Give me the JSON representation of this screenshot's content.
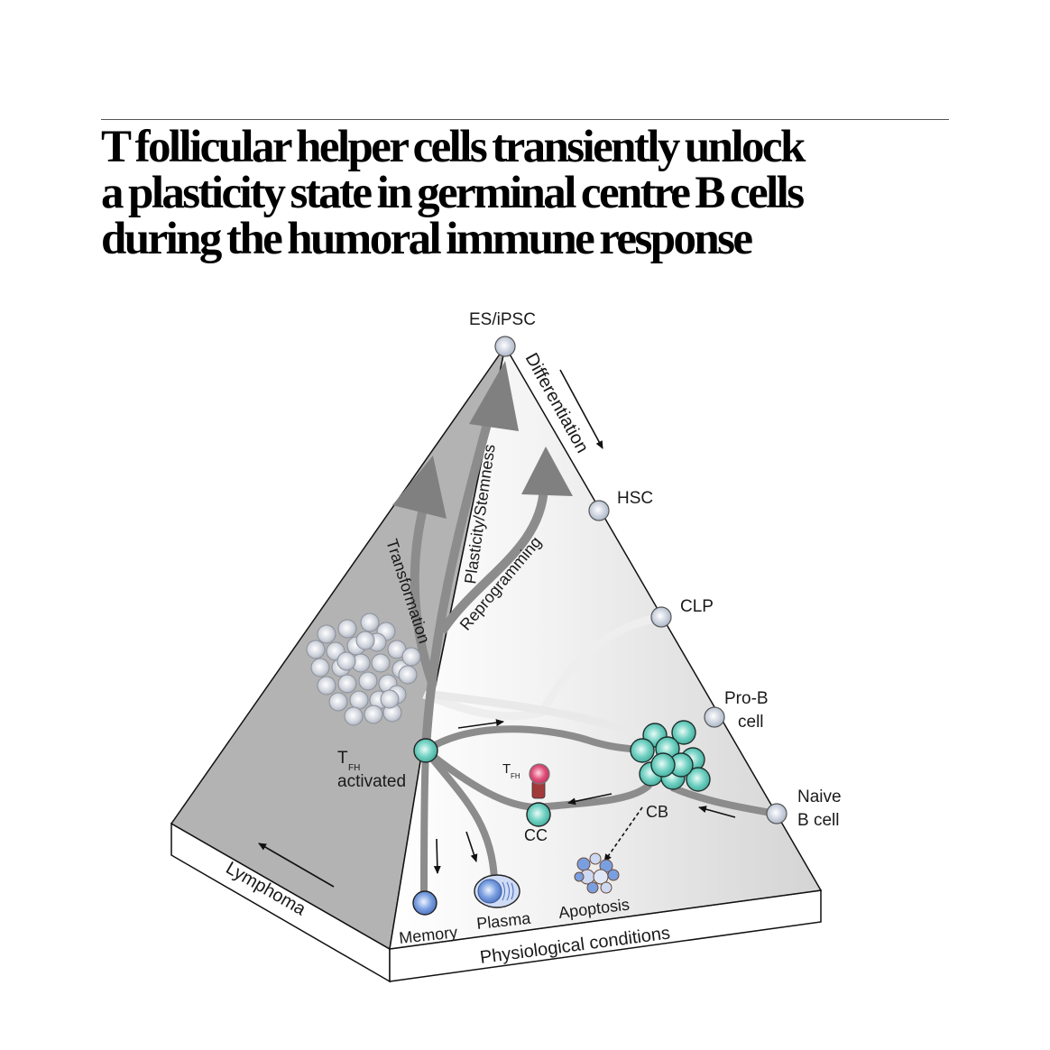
{
  "header": {
    "title_lines": [
      "T follicular helper cells transiently unlock",
      "a plasticity state in germinal centre B cells",
      "during the humoral immune response"
    ]
  },
  "diagram": {
    "apex_label": "ES/iPSC",
    "edge_label_right": "Differentiation",
    "path_labels": {
      "plasticity": "Plasticity/Stemness",
      "transformation": "Transformation",
      "reprogramming": "Reprogramming"
    },
    "right_edge_nodes": [
      "HSC",
      "CLP",
      "Pro-B",
      "cell",
      "Naive",
      "B cell"
    ],
    "tfh_activated": {
      "main": "T",
      "sub": "FH",
      "line2": "activated"
    },
    "tfh_small": {
      "main": "T",
      "sub": "FH"
    },
    "gc_labels": {
      "cc": "CC",
      "cb": "CB"
    },
    "outcomes": {
      "memory": "Memory",
      "plasma": "Plasma",
      "apoptosis": "Apoptosis"
    },
    "base_labels": {
      "left": "Lymphoma",
      "right": "Physiological conditions"
    },
    "colors": {
      "left_face": "#b3b3b3",
      "right_face_light": "#fafafa",
      "right_face_dark": "#d6d6d6",
      "path_grey": "#8c8c8c",
      "teal_cell": "#5cc4b4",
      "pink_cell": "#e0507a",
      "blue_cell": "#6e93d6",
      "stem_cell": "#cfd6e2"
    }
  }
}
